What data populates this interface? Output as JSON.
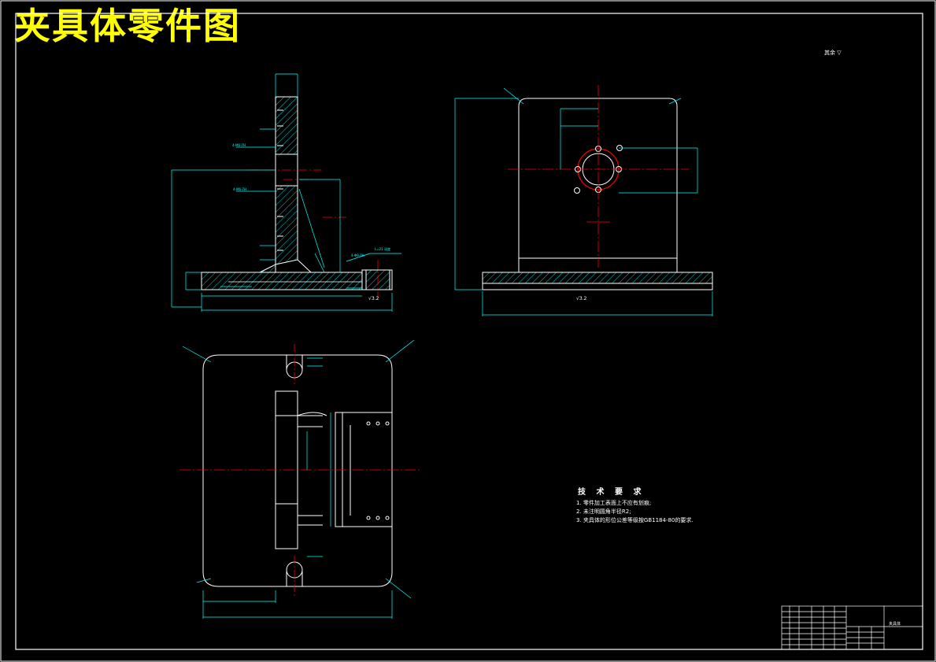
{
  "title": "夹具体零件图",
  "roughness_note": "其余",
  "tech_requirements": {
    "heading": "技 术 要 求",
    "items": [
      "1. 零件加工表面上不应有划痕;",
      "2. 未注明圆角半径R2;",
      "3. 夹具体的形位公差等级按GB1184-80的要求."
    ]
  },
  "title_block": {
    "part_name": "夹具体"
  },
  "colors": {
    "outline": "#ffffff",
    "dimension": "#00ffff",
    "centerline": "#ff0000",
    "hatch": "#00ffff",
    "title": "#ffff00"
  }
}
